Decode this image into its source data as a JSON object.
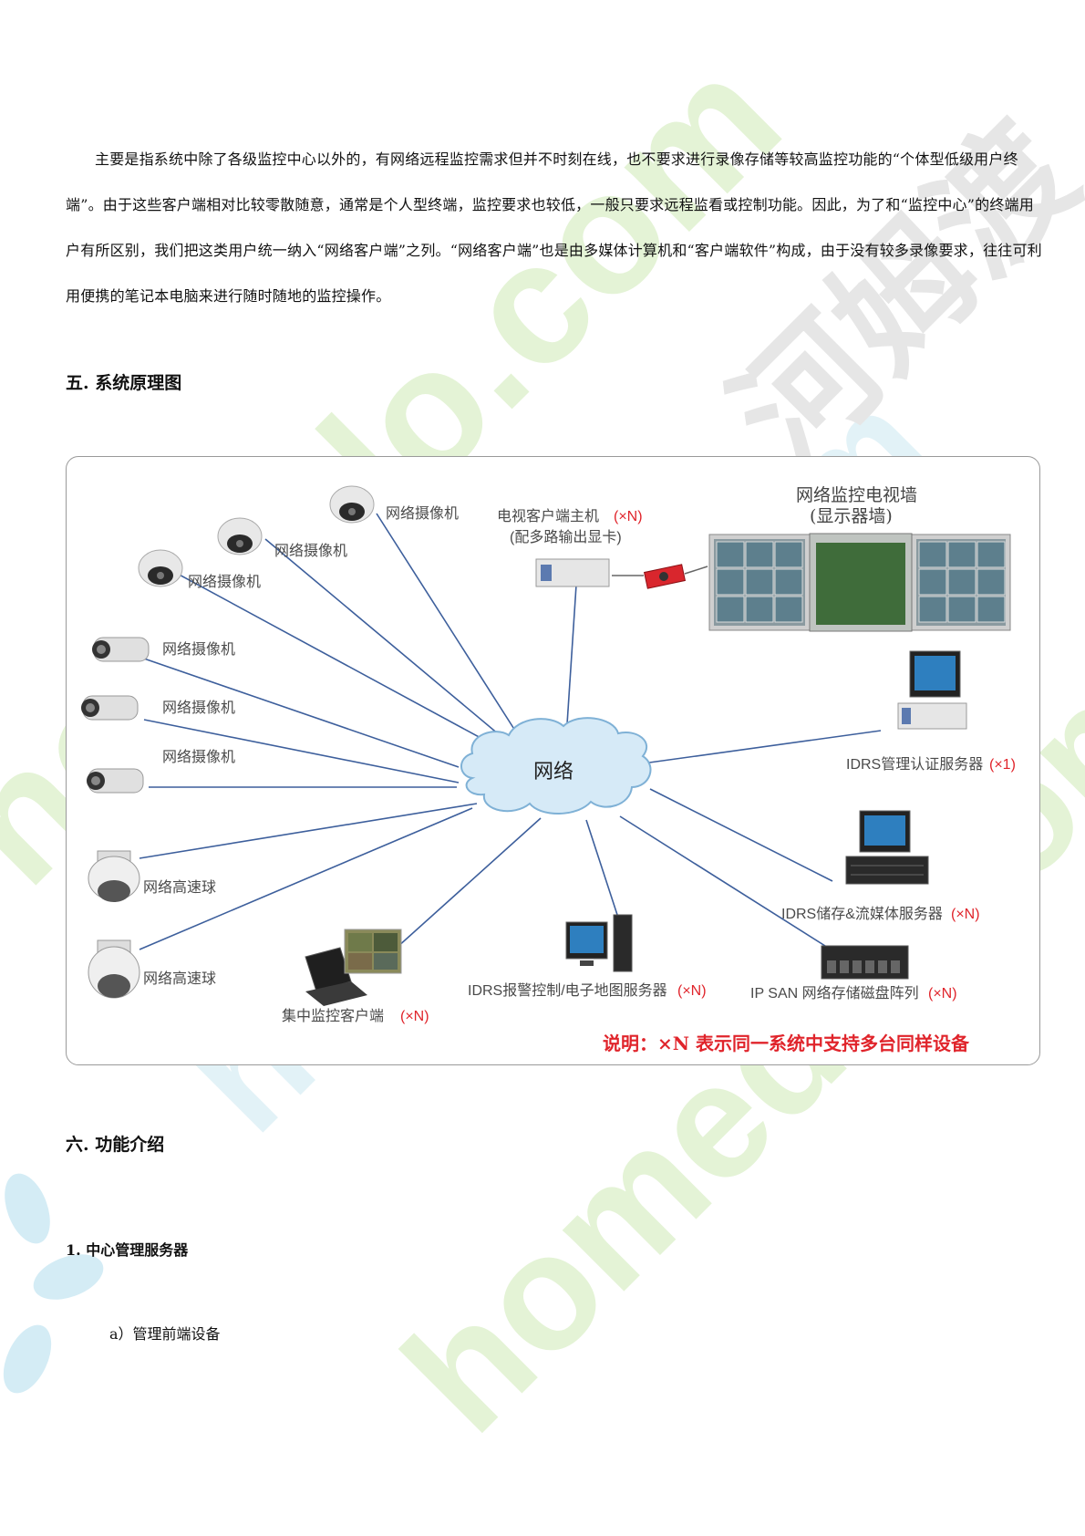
{
  "intro_paragraph": "主要是指系统中除了各级监控中心以外的，有网络远程监控需求但并不时刻在线，也不要求进行录像存储等较高监控功能的“个体型低级用户终端”。由于这些客户端相对比较零散随意，通常是个人型终端，监控要求也较低，一般只要求远程监看或控制功能。因此，为了和“监控中心”的终端用户有所区别，我们把这类用户统一纳入“网络客户端”之列。“网络客户端”也是由多媒体计算机和“客户端软件”构成，由于没有较多录像要求，往往可利用便携的笔记本电脑来进行随时随地的监控操作。",
  "section5_title": "五.  系统原理图",
  "section6_title": "六.  功能介绍",
  "subsection1_title": "1.  中心管理服务器",
  "item_a": "a）管理前端设备",
  "diagram": {
    "cloud_label": "网络",
    "camera_labels": [
      "网络摄像机",
      "网络摄像机",
      "网络摄像机",
      "网络摄像机",
      "网络摄像机",
      "网络摄像机"
    ],
    "dome_labels": [
      "网络高速球",
      "网络高速球"
    ],
    "tv_client_line1": "电视客户端主机",
    "tv_client_line2": "(配多路输出显卡)",
    "times_n": "(×N)",
    "times_1": "(×1)",
    "video_wall_line1": "网络监控电视墙",
    "video_wall_line2": "(显示器墙)",
    "auth_server": "IDRS管理认证服务器",
    "media_server": "IDRS储存&流媒体服务器",
    "san": "IP SAN 网络存储磁盘阵列",
    "alarm_server": "IDRS报警控制/电子地图服务器",
    "client": "集中监控客户端",
    "note": "说明：×N 表示同一系统中支持多台同样设备"
  },
  "watermark": {
    "text": "homedo.com",
    "cn_text": "河姆渡",
    "color_green": "#e4f3d6",
    "color_blue": "#dff1f6",
    "color_gray": "#e6e6e6"
  },
  "colors": {
    "link_line": "#3d5f9c",
    "note_red": "#e0242b",
    "cloud_fill": "#d6eaf7"
  }
}
